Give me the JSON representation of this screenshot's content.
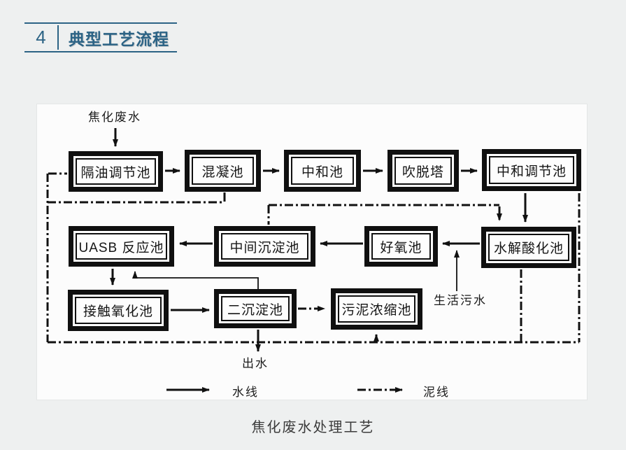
{
  "header": {
    "number": "4",
    "title": "典型工艺流程"
  },
  "diagram": {
    "boxes": [
      {
        "label": "隔油调节池"
      },
      {
        "label": "混凝池"
      },
      {
        "label": "中和池"
      },
      {
        "label": "吹脱塔"
      },
      {
        "label": "中和调节池"
      },
      {
        "label": "UASB 反应池"
      },
      {
        "label": "中间沉淀池"
      },
      {
        "label": "好氧池"
      },
      {
        "label": "水解酸化池"
      },
      {
        "label": "接触氧化池"
      },
      {
        "label": "二沉淀池"
      },
      {
        "label": "污泥浓缩池"
      }
    ],
    "labels": {
      "influent": "焦化废水",
      "domestic_sewage": "生活污水",
      "effluent": "出水"
    },
    "legend": {
      "water_line": "水线",
      "sludge_line": "泥线"
    }
  },
  "caption": "焦化废水处理工艺",
  "colors": {
    "accent": "#2c6385",
    "line": "#111111",
    "page_bg": "#eef0f0",
    "card_bg": "#fcfcfc"
  }
}
